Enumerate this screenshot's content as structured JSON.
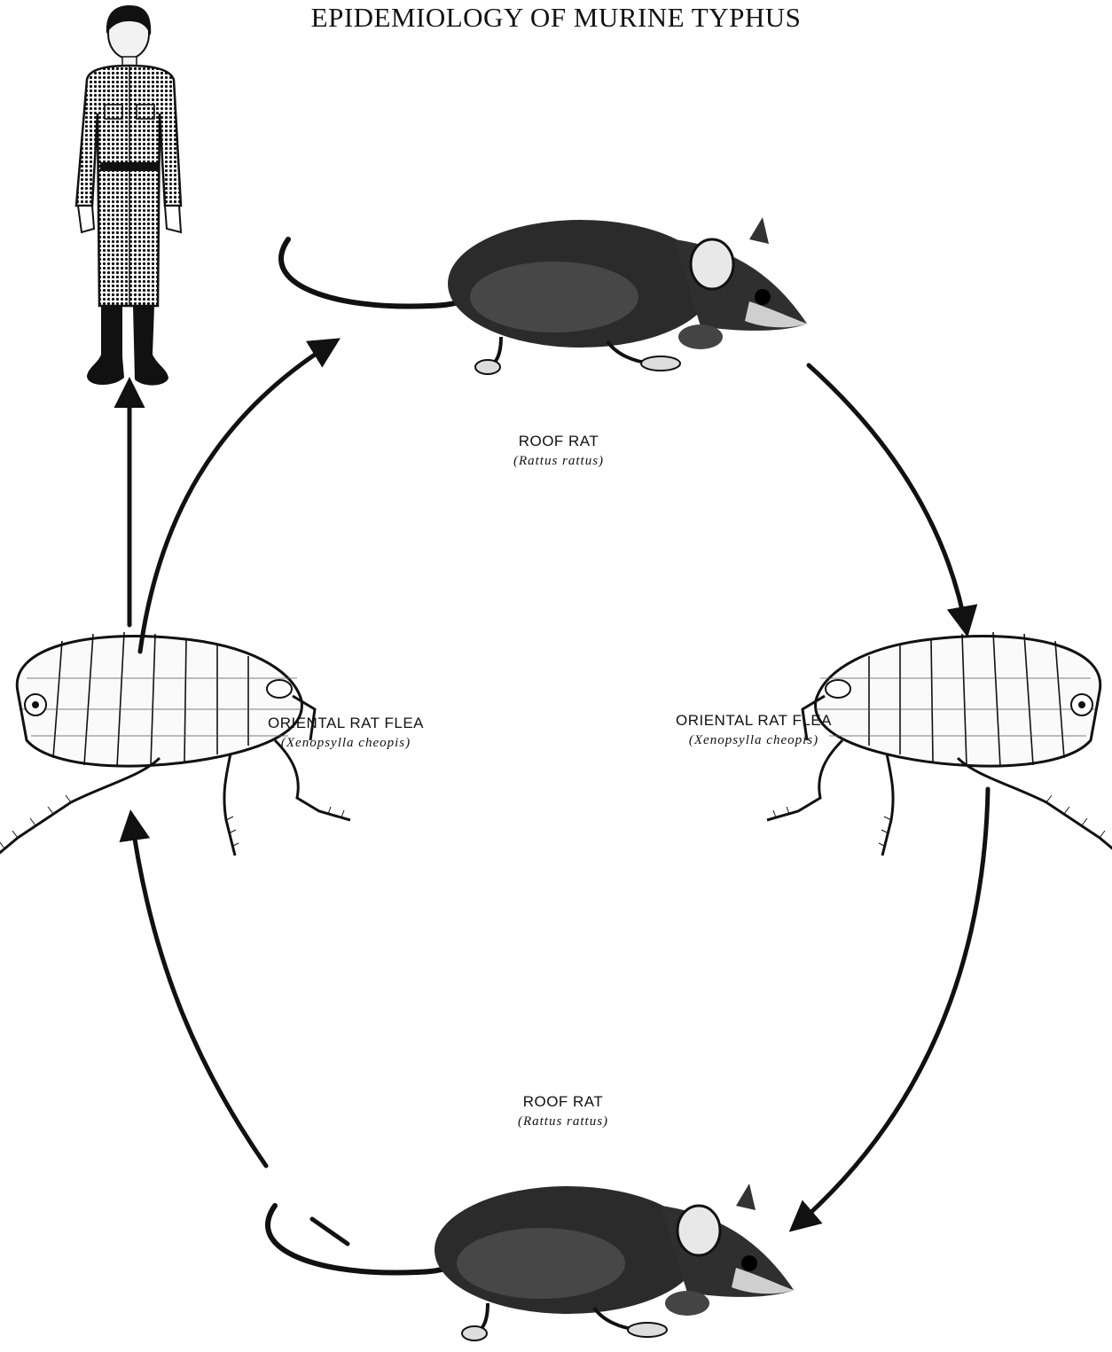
{
  "title": "EPIDEMIOLOGY OF MURINE TYPHUS",
  "labels": {
    "roof_rat_top": {
      "common": "ROOF RAT",
      "scientific": "(Rattus rattus)"
    },
    "flea_left": {
      "common": "ORIENTAL RAT FLEA",
      "scientific": "(Xenopsylla cheopis)"
    },
    "flea_right": {
      "common": "ORIENTAL RAT FLEA",
      "scientific": "(Xenopsylla cheopis)"
    },
    "roof_rat_bottom": {
      "common": "ROOF RAT",
      "scientific": "(Rattus rattus)"
    }
  },
  "icons": [
    "soldier-figure",
    "rat-illustration",
    "flea-illustration",
    "cycle-arrow"
  ]
}
